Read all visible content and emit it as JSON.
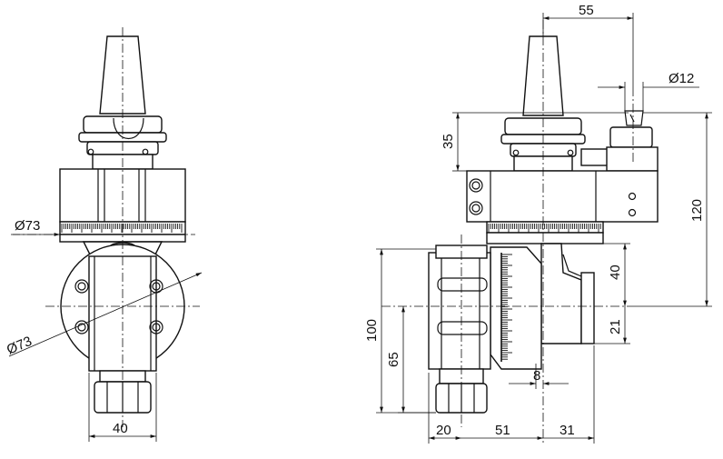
{
  "dimensions": {
    "front_body_diameter": "Ø73",
    "front_flange_diameter": "Ø73",
    "front_width": "40",
    "top_offset": "55",
    "collet_diameter": "Ø12",
    "stop_height": "35",
    "total_height": "120",
    "spindle_offset": "40",
    "spindle_lower": "21",
    "overall_length": "100",
    "nose_length": "65",
    "nose_offset": "8",
    "width_a": "20",
    "width_b": "51",
    "width_c": "31"
  }
}
